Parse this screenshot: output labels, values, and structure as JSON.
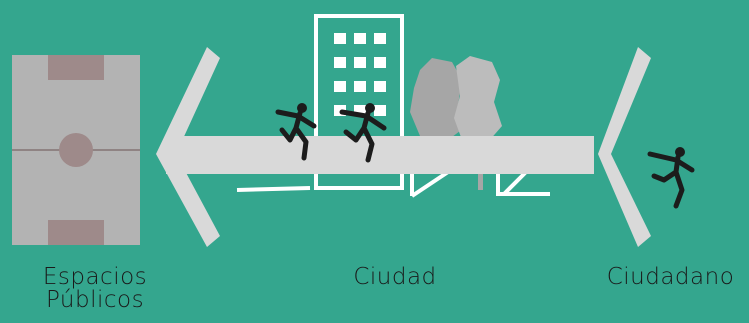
{
  "labels": {
    "public_spaces": "Espacios Públicos",
    "city": "Ciudad",
    "citizen": "Ciudadano"
  },
  "colors": {
    "background": "#34a68e",
    "arrow": "#d9d9d9",
    "field": "#b3b3b3",
    "field_line": "#8f8383",
    "field_boxes": "#9e8a8a",
    "building_outline": "#ffffff",
    "trees": "#a6a6a6",
    "figure": "#1c1c1c"
  }
}
